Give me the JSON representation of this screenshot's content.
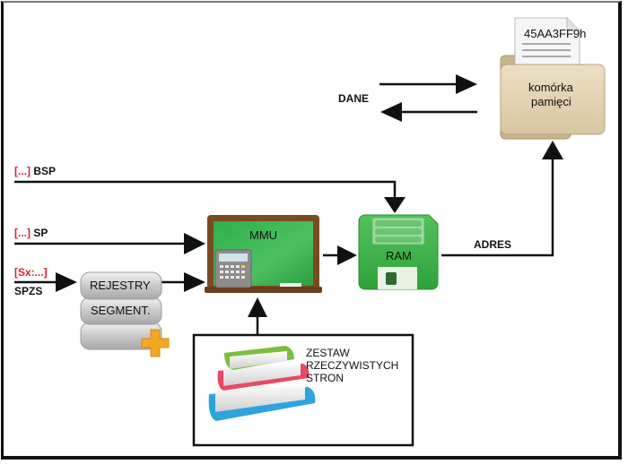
{
  "diagram": {
    "memory_cell": {
      "label_line1": "komórka",
      "label_line2": "pamięci",
      "document_value": "45AA3FF9h",
      "icon": "folder-with-document-icon"
    },
    "data_bus": {
      "label": "DANE"
    },
    "inputs": {
      "bsp": {
        "prefix": "[...]",
        "name": "BSP"
      },
      "sp": {
        "prefix": "[...]",
        "name": "SP"
      },
      "spzs": {
        "prefix": "[Sx:...]",
        "name": "SPZS"
      }
    },
    "registers": {
      "line1": "REJESTRY",
      "line2": "SEGMENT.",
      "icon": "database-add-icon"
    },
    "mmu": {
      "label": "MMU",
      "icon": "chalkboard-calculator-icon"
    },
    "ram": {
      "label": "RAM",
      "icon": "floppy-disk-icon"
    },
    "address_bus": {
      "label": "ADRES"
    },
    "page_set": {
      "line1": "ZESTAW",
      "line2": "RZECZYWISTYCH",
      "line3": "STRON",
      "icon": "books-stack-icon"
    }
  }
}
